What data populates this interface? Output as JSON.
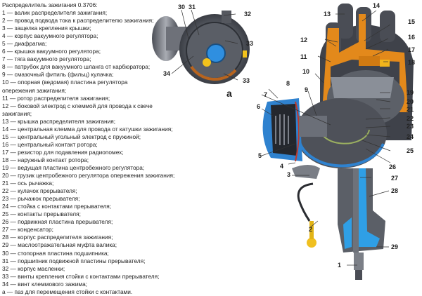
{
  "legend": {
    "title": "Распределитель зажигания 0.3706:",
    "items": [
      "1 — валик распределителя зажигания;",
      "2 — провод подвода тока к распределителю зажигания;",
      "3 — защелка крепления крышки;",
      "4 — корпус вакуумного регулятора;",
      "5 — диафрагма;",
      "6 — крышка вакуумного регулятора;",
      "7 — тяга вакуумного регулятора;",
      "8 — патрубок для вакуумного шланга от карбюратора;",
      "9 — смазочный фитиль (фильц) кулачка;",
      "10 — опорная (ведомая) пластина регулятора опережения зажигания;",
      "11 — ротор распределителя зажигания;",
      "12 — боковой электрод с клеммой для провода к свече зажигания;",
      "13 — крышка распределителя зажигания;",
      "14 — центральная клемма для провода от катушки зажигания;",
      "15 — центральный угольный электрод с пружиной;",
      "16 — центральный контакт ротора;",
      "17 — резистор для подавления радиопомех;",
      "18 — наружный контакт ротора;",
      "19 — ведущая пластина центробежного регулятора;",
      "20 — грузик центробежного регулятора опережения зажигания;",
      "21 — ось рычажка;",
      "22 — кулачок прерывателя;",
      "23 — рычажок прерывателя;",
      "24 — стойка с контактами прерывателя;",
      "25 — контакты прерывателя;",
      "26 — подвижная пластина прерывателя;",
      "27 — конденсатор;",
      "28 — корпус распределителя зажигания;",
      "29 — маслоотражательная муфта валика;",
      "30 — стопорная пластина подшипника;",
      "31 — подшипник подвижной пластины прерывателя;",
      "32 — корпус масленки;",
      "33 — винты крепления стойки с контактами прерывателя;",
      "34 — винт клеммового зажима;",
      "а — паз для перемещения стойки с контактами."
    ]
  },
  "callouts": {
    "c1": "1",
    "c2": "2",
    "c3": "3",
    "c4": "4",
    "c5": "5",
    "c6": "6",
    "c7": "7",
    "c8": "8",
    "c9": "9",
    "c10": "10",
    "c11": "11",
    "c12": "12",
    "c13": "13",
    "c14": "14",
    "c15": "15",
    "c16": "16",
    "c17": "17",
    "c18": "18",
    "c19": "19",
    "c20": "20",
    "c21": "21",
    "c22": "22",
    "c23": "23",
    "c24": "24",
    "c25": "25",
    "c26": "26",
    "c27": "27",
    "c28": "28",
    "c29": "29",
    "c30": "30",
    "c31": "31",
    "c32": "32",
    "c33a": "33",
    "c33b": "33",
    "c34": "34",
    "ca": "а"
  },
  "colors": {
    "metal": "#7d8088",
    "metal_dark": "#3b3e45",
    "cutaway_orange": "#e08a1a",
    "cutaway_blue": "#2a8fd8",
    "yellow": "#f0c020"
  }
}
